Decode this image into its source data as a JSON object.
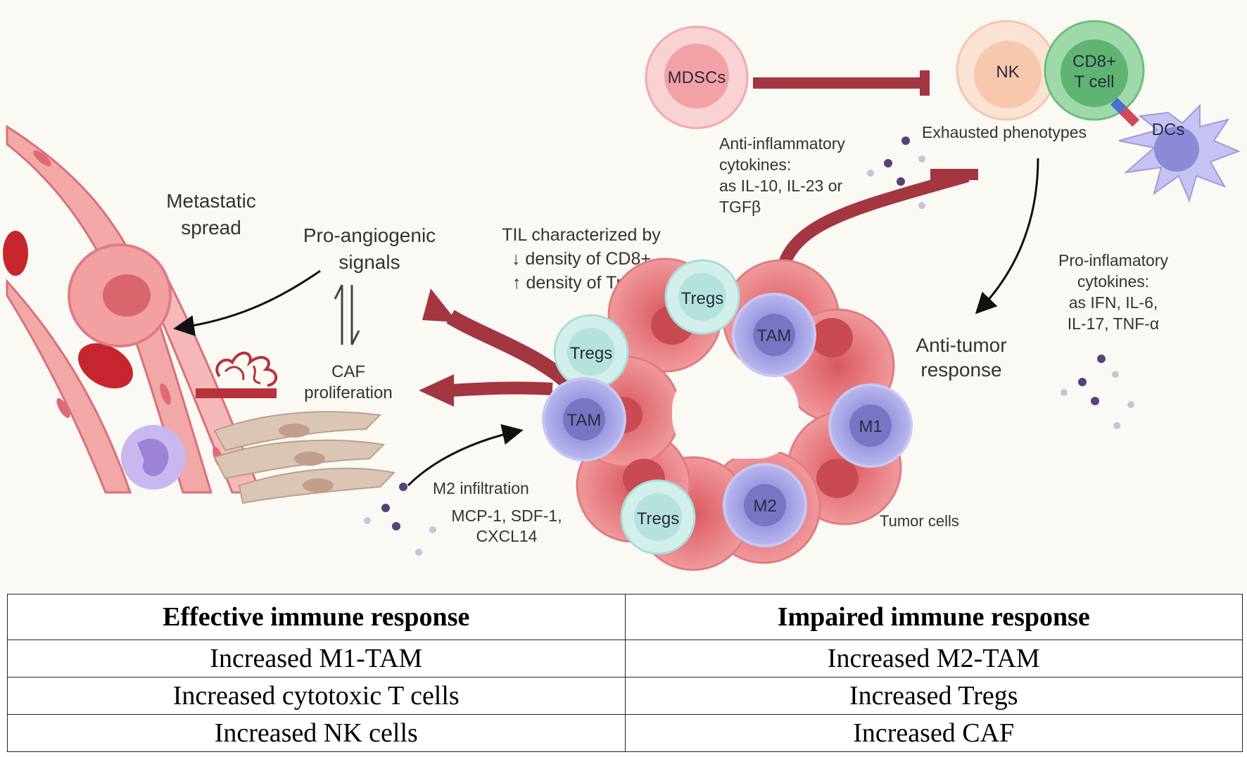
{
  "diagram": {
    "labels": {
      "mdscs": "MDSCs",
      "nk": "NK",
      "cd8": [
        "CD8+",
        "T cell"
      ],
      "dcs": "DCs",
      "exhausted": "Exhausted phenotypes",
      "anti_inflammatory": [
        "Anti-inflammatory",
        "cytokines:",
        "as IL-10, IL-23 or",
        "TGFβ"
      ],
      "pro_inflammatory": [
        "Pro-inflamatory",
        "cytokines:",
        "as IFN, IL-6,",
        "IL-17, TNF-α"
      ],
      "anti_tumor": [
        "Anti-tumor",
        "response"
      ],
      "metastatic": [
        "Metastatic",
        "spread"
      ],
      "pro_angiogenic": [
        "Pro-angiogenic",
        "signals"
      ],
      "caf": [
        "CAF",
        "proliferation"
      ],
      "til": [
        "TIL characterized by",
        "↓ density of CD8+",
        "↑ density of Tregs"
      ],
      "m2_infiltration": "M2 infiltration",
      "chemokines": [
        "MCP-1, SDF-1,",
        "CXCL14"
      ],
      "tumor_cells": "Tumor cells",
      "tregs": "Tregs",
      "tam": "TAM",
      "m1": "M1",
      "m2": "M2"
    },
    "colors": {
      "inhibit_arrow": "#a33640",
      "tumor": "#e8797d",
      "macrophage": "#8e8cd8",
      "treg": "#bfe8e2",
      "nk": "#f7c9b0",
      "cd8": "#79c58a",
      "mdsc": "#f4b0b3"
    }
  },
  "table": {
    "headers": [
      "Effective immune response",
      "Impaired immune response"
    ],
    "rows": [
      [
        "Increased M1-TAM",
        "Increased M2-TAM"
      ],
      [
        "Increased cytotoxic T cells",
        "Increased Tregs"
      ],
      [
        "Increased NK cells",
        "Increased CAF"
      ]
    ]
  }
}
